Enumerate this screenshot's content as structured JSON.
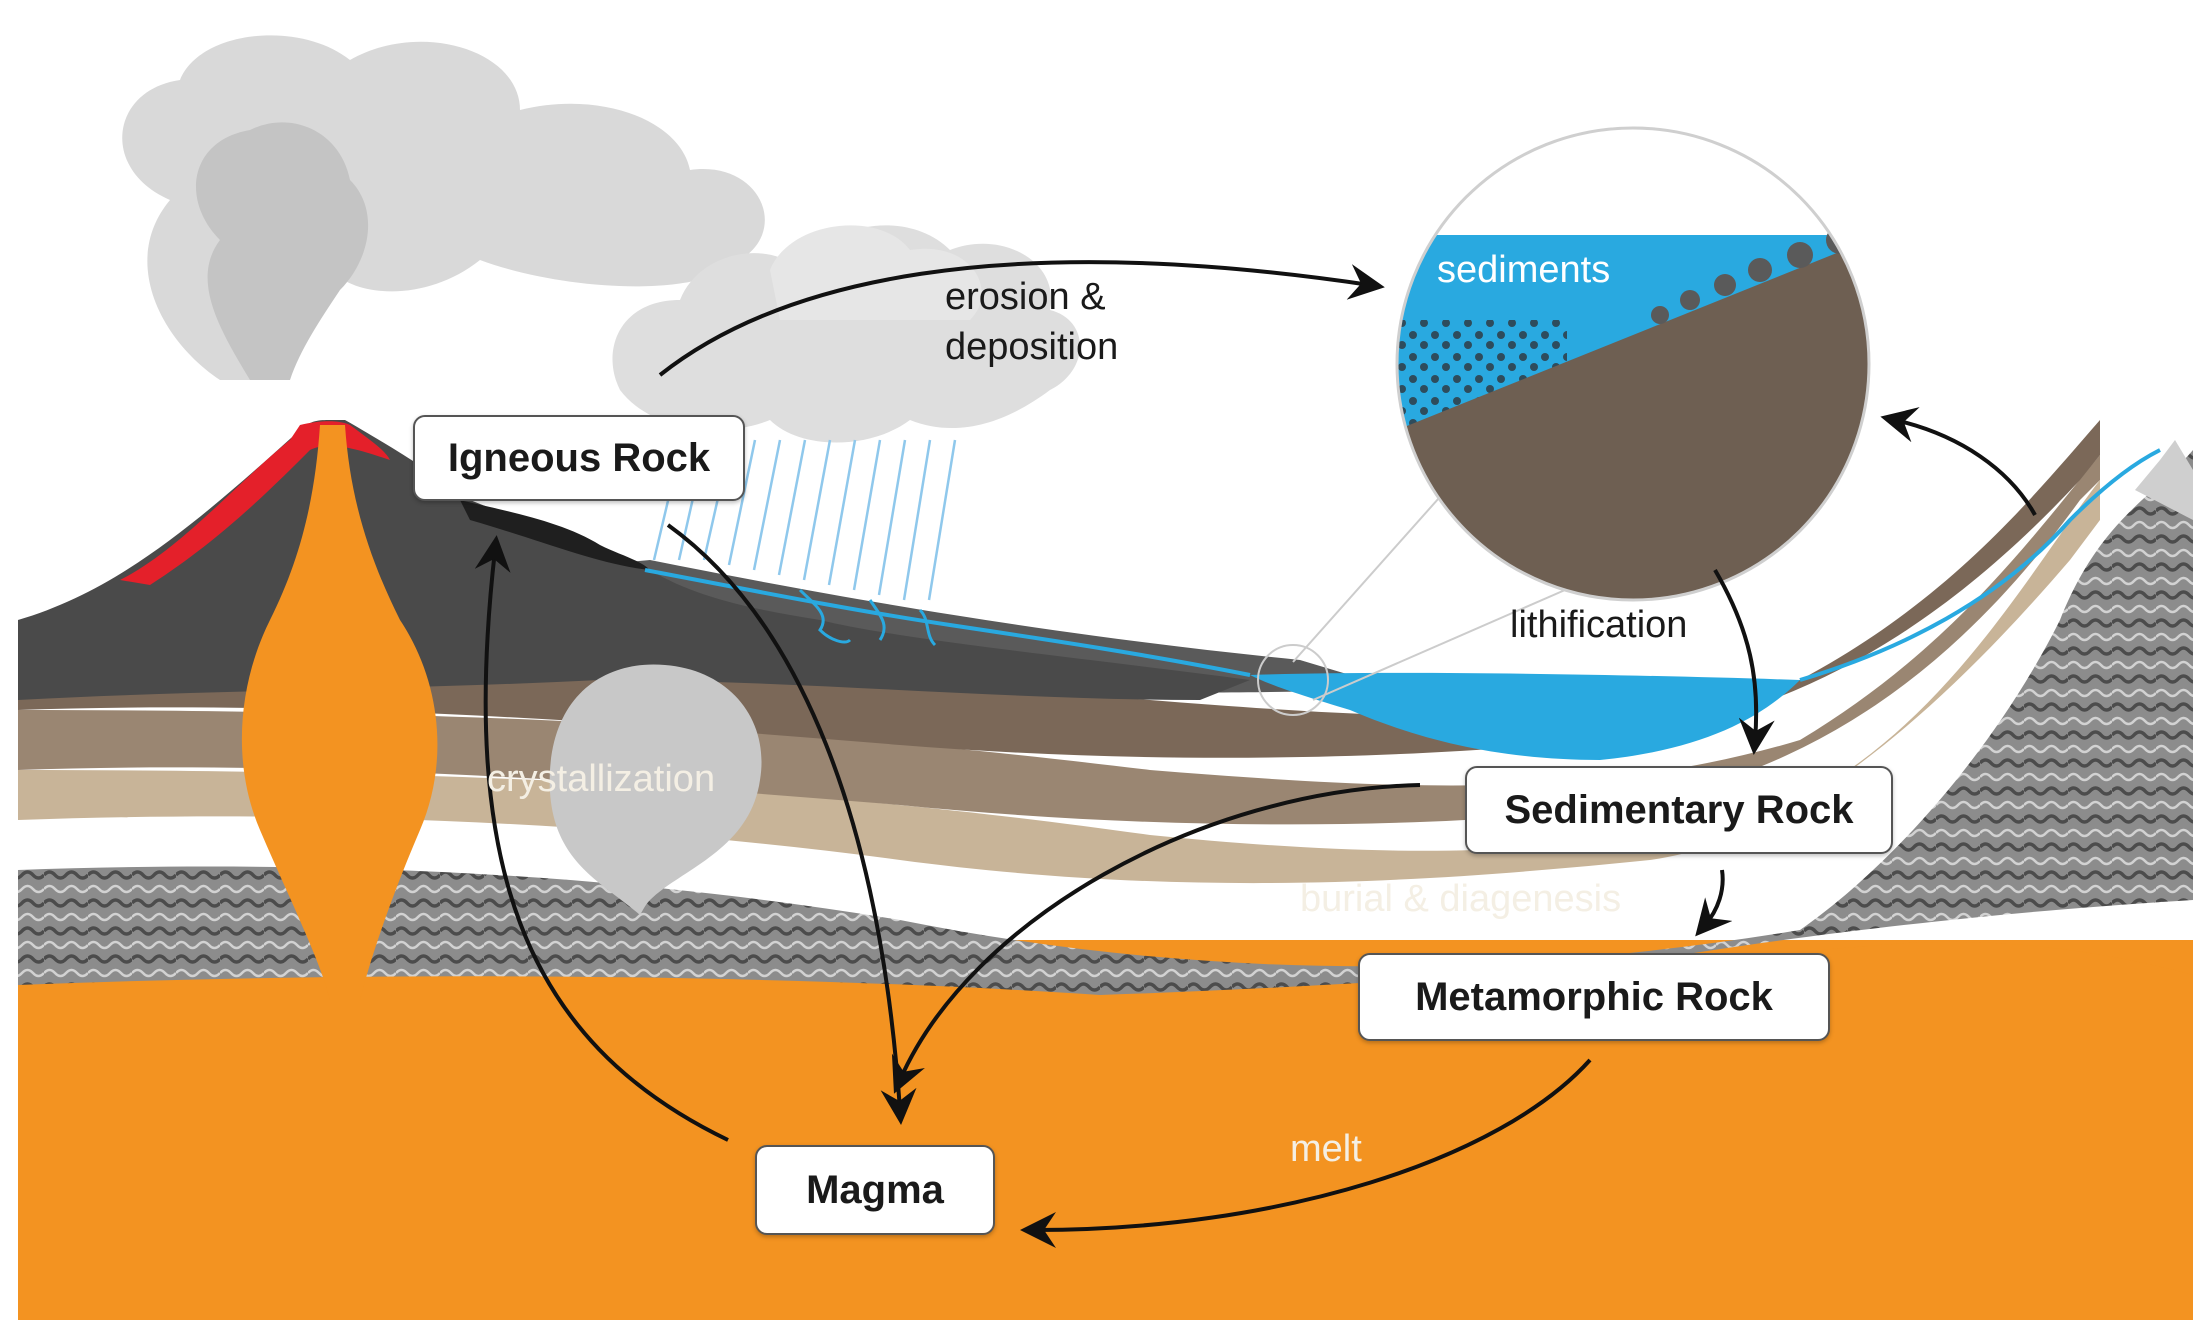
{
  "labels": {
    "igneous": "Igneous Rock",
    "sedimentary": "Sedimentary Rock",
    "metamorphic": "Metamorphic Rock",
    "magma": "Magma"
  },
  "processes": {
    "erosion_line1": "erosion &",
    "erosion_line2": "deposition",
    "lithification": "lithification",
    "crystallization": "crystallization",
    "burial": "burial & diagenesis",
    "melt": "melt",
    "sediments": "sediments"
  },
  "colors": {
    "magma": "#f39321",
    "lava": "#e4202a",
    "water": "#29a9e0",
    "volcano_rock": "#4a4a4a",
    "sediment_rock": "#6e5f52",
    "cloud": "#dcdcdc"
  }
}
